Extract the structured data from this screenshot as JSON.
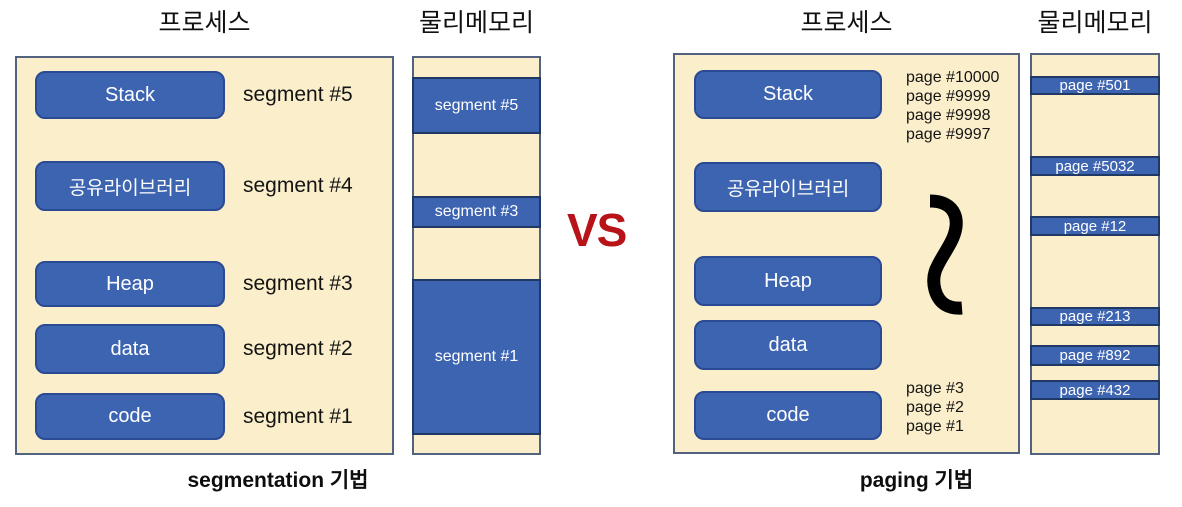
{
  "vs_label": "VS",
  "colors": {
    "panel_fill": "#FBEECB",
    "block_blue": "#3D64B1",
    "block_border": "#2A4A94",
    "panel_border": "#53627F",
    "memory_row_border": "#1F3864",
    "vs_red": "#B71318",
    "text_black": "#141414",
    "text_white": "#FFFFFF"
  },
  "segmentation": {
    "process_title": "프로세스",
    "memory_title": "물리메모리",
    "caption": "segmentation 기법",
    "blocks": [
      {
        "label": "Stack",
        "annotation": "segment #5"
      },
      {
        "label": "공유라이브러리",
        "annotation": "segment #4"
      },
      {
        "label": "Heap",
        "annotation": "segment #3"
      },
      {
        "label": "data",
        "annotation": "segment #2"
      },
      {
        "label": "code",
        "annotation": "segment #1"
      }
    ],
    "memory_blocks": [
      "segment #5",
      "segment #3",
      "segment #1"
    ]
  },
  "paging": {
    "process_title": "프로세스",
    "memory_title": "물리메모리",
    "caption": "paging 기법",
    "blocks": [
      {
        "label": "Stack"
      },
      {
        "label": "공유라이브러리"
      },
      {
        "label": "Heap"
      },
      {
        "label": "data"
      },
      {
        "label": "code"
      }
    ],
    "stack_pages": [
      "page #10000",
      "page #9999",
      "page #9998",
      "page #9997"
    ],
    "code_pages": [
      "page #3",
      "page #2",
      "page #1"
    ],
    "memory_blocks": [
      "page #501",
      "page #5032",
      "page #12",
      "page #213",
      "page #892",
      "page #432"
    ]
  }
}
